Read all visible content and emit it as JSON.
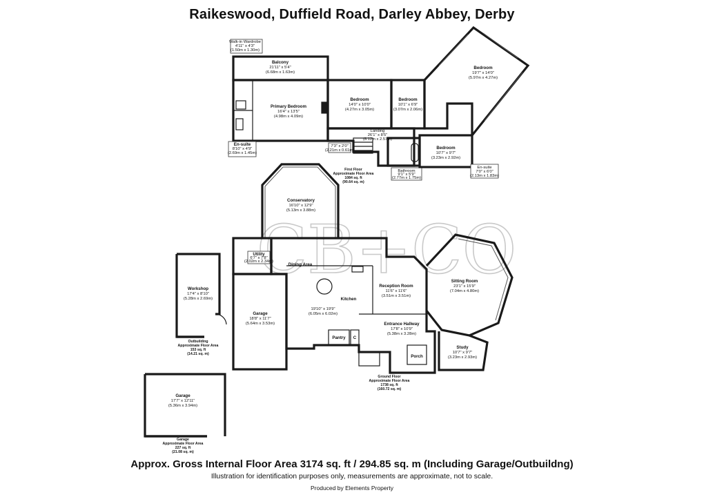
{
  "header": {
    "title": "Raikeswood, Duffield Road, Darley Abbey, Derby"
  },
  "watermark": {
    "text": "CB+CO"
  },
  "floors": {
    "first": {
      "rooms": {
        "balcony": {
          "name": "Balcony",
          "size_imp": "21'11\" x 5'4\"",
          "size_met": "(6.68m x 1.63m)"
        },
        "walk_in": {
          "name": "Walk-in Wardrobe",
          "size_imp": "4'11\" x 4'3\"",
          "size_met": "(1.50m x 1.30m)"
        },
        "primary": {
          "name": "Primary Bedroom",
          "size_imp": "16'4\" x 13'5\"",
          "size_met": "(4.98m x 4.09m)"
        },
        "ensuite1": {
          "name": "En-suite",
          "size_imp": "8'10\" x 4'9\"",
          "size_met": "(2.69m x 1.45m)"
        },
        "bedroom2": {
          "name": "Bedroom",
          "size_imp": "14'0\" x 10'0\"",
          "size_met": "(4.27m x 3.05m)"
        },
        "bedroom3": {
          "name": "Bedroom",
          "size_imp": "10'1\" x 6'9\"",
          "size_met": "(3.07m x 2.06m)"
        },
        "bedroom4": {
          "name": "Bedroom",
          "size_imp": "19'7\" x 14'0\"",
          "size_met": "(5.97m x 4.27m)"
        },
        "bedroom5": {
          "name": "Bedroom",
          "size_imp": "10'7\" x 9'7\"",
          "size_met": "(3.23m x 2.92m)"
        },
        "landing": {
          "name": "Landing",
          "size_imp": "26'1\" x 8'5\"",
          "size_met": "(8.12m x 2.57m)"
        },
        "store": {
          "size_imp": "7'3\" x 2'0\"",
          "size_met": "(2.21m x 0.61m)"
        },
        "bathroom": {
          "name": "Bathroom",
          "size_imp": "9'1\" x 5'9\"",
          "size_met": "(2.77m x 1.75m)"
        },
        "ensuite2": {
          "name": "En-suite",
          "size_imp": "7'0\" x 6'0\"",
          "size_met": "(2.13m x 1.83m)"
        }
      },
      "area": {
        "line1": "First Floor",
        "line2": "Approximate Floor Area",
        "line3": "1084 sq. ft",
        "line4": "(90.64 sq. m)"
      }
    },
    "ground": {
      "rooms": {
        "conservatory": {
          "name": "Conservatory",
          "size_imp": "16'10\" x 12'9\"",
          "size_met": "(5.13m x 3.88m)"
        },
        "utility": {
          "name": "Utility",
          "size_imp": "6'7\" x 7'8\"",
          "size_met": "(2.02m x 2.34m)"
        },
        "dining": {
          "name": "Dining Area"
        },
        "garage": {
          "name": "Garage",
          "size_imp": "18'8\" x 11'7\"",
          "size_met": "(5.64m x 3.53m)"
        },
        "kitchen": {
          "name": "Kitchen",
          "size_imp": "19'10\" x 19'9\"",
          "size_met": "(6.05m x 6.02m)"
        },
        "pantry": {
          "name": "Pantry"
        },
        "cupboard": {
          "name": "C"
        },
        "reception": {
          "name": "Reception Room",
          "size_imp": "11'6\" x 11'6\"",
          "size_met": "(3.51m x 3.51m)"
        },
        "sitting": {
          "name": "Sitting Room",
          "size_imp": "23'1\" x 15'9\"",
          "size_met": "(7.04m x 4.80m)"
        },
        "hallway": {
          "name": "Entrance Hallway",
          "size_imp": "17'8\" x 10'9\"",
          "size_met": "(5.38m x 3.28m)"
        },
        "study": {
          "name": "Study",
          "size_imp": "10'7\" x 9'7\"",
          "size_met": "(3.23m x 2.93m)"
        },
        "porch": {
          "name": "Porch"
        }
      },
      "area": {
        "line1": "Ground Floor",
        "line2": "Approximate Floor Area",
        "line3": "1738 sq. ft",
        "line4": "(160.72 sq. m)"
      }
    },
    "outbuilding": {
      "rooms": {
        "workshop": {
          "name": "Workshop",
          "size_imp": "17'4\" x 8'10\"",
          "size_met": "(5.28m x 2.69m)"
        }
      },
      "area": {
        "line1": "Outbuilding",
        "line2": "Approximate Floor Area",
        "line3": "153 sq. ft",
        "line4": "(14.21 sq. m)"
      }
    },
    "garage": {
      "rooms": {
        "garage": {
          "name": "Garage",
          "size_imp": "17'7\" x 12'11\"",
          "size_met": "(5.36m x 3.94m)"
        }
      },
      "area": {
        "line1": "Garage",
        "line2": "Approximate Floor Area",
        "line3": "227 sq. ft",
        "line4": "(21.08 sq. m)"
      }
    }
  },
  "footer": {
    "total": "Approx. Gross Internal Floor Area 3174 sq. ft / 294.85 sq. m (Including Garage/Outbuildng)",
    "note": "Illustration for identification purposes only, measurements are approximate, not to scale.",
    "producer": "Produced by Elements Property"
  }
}
